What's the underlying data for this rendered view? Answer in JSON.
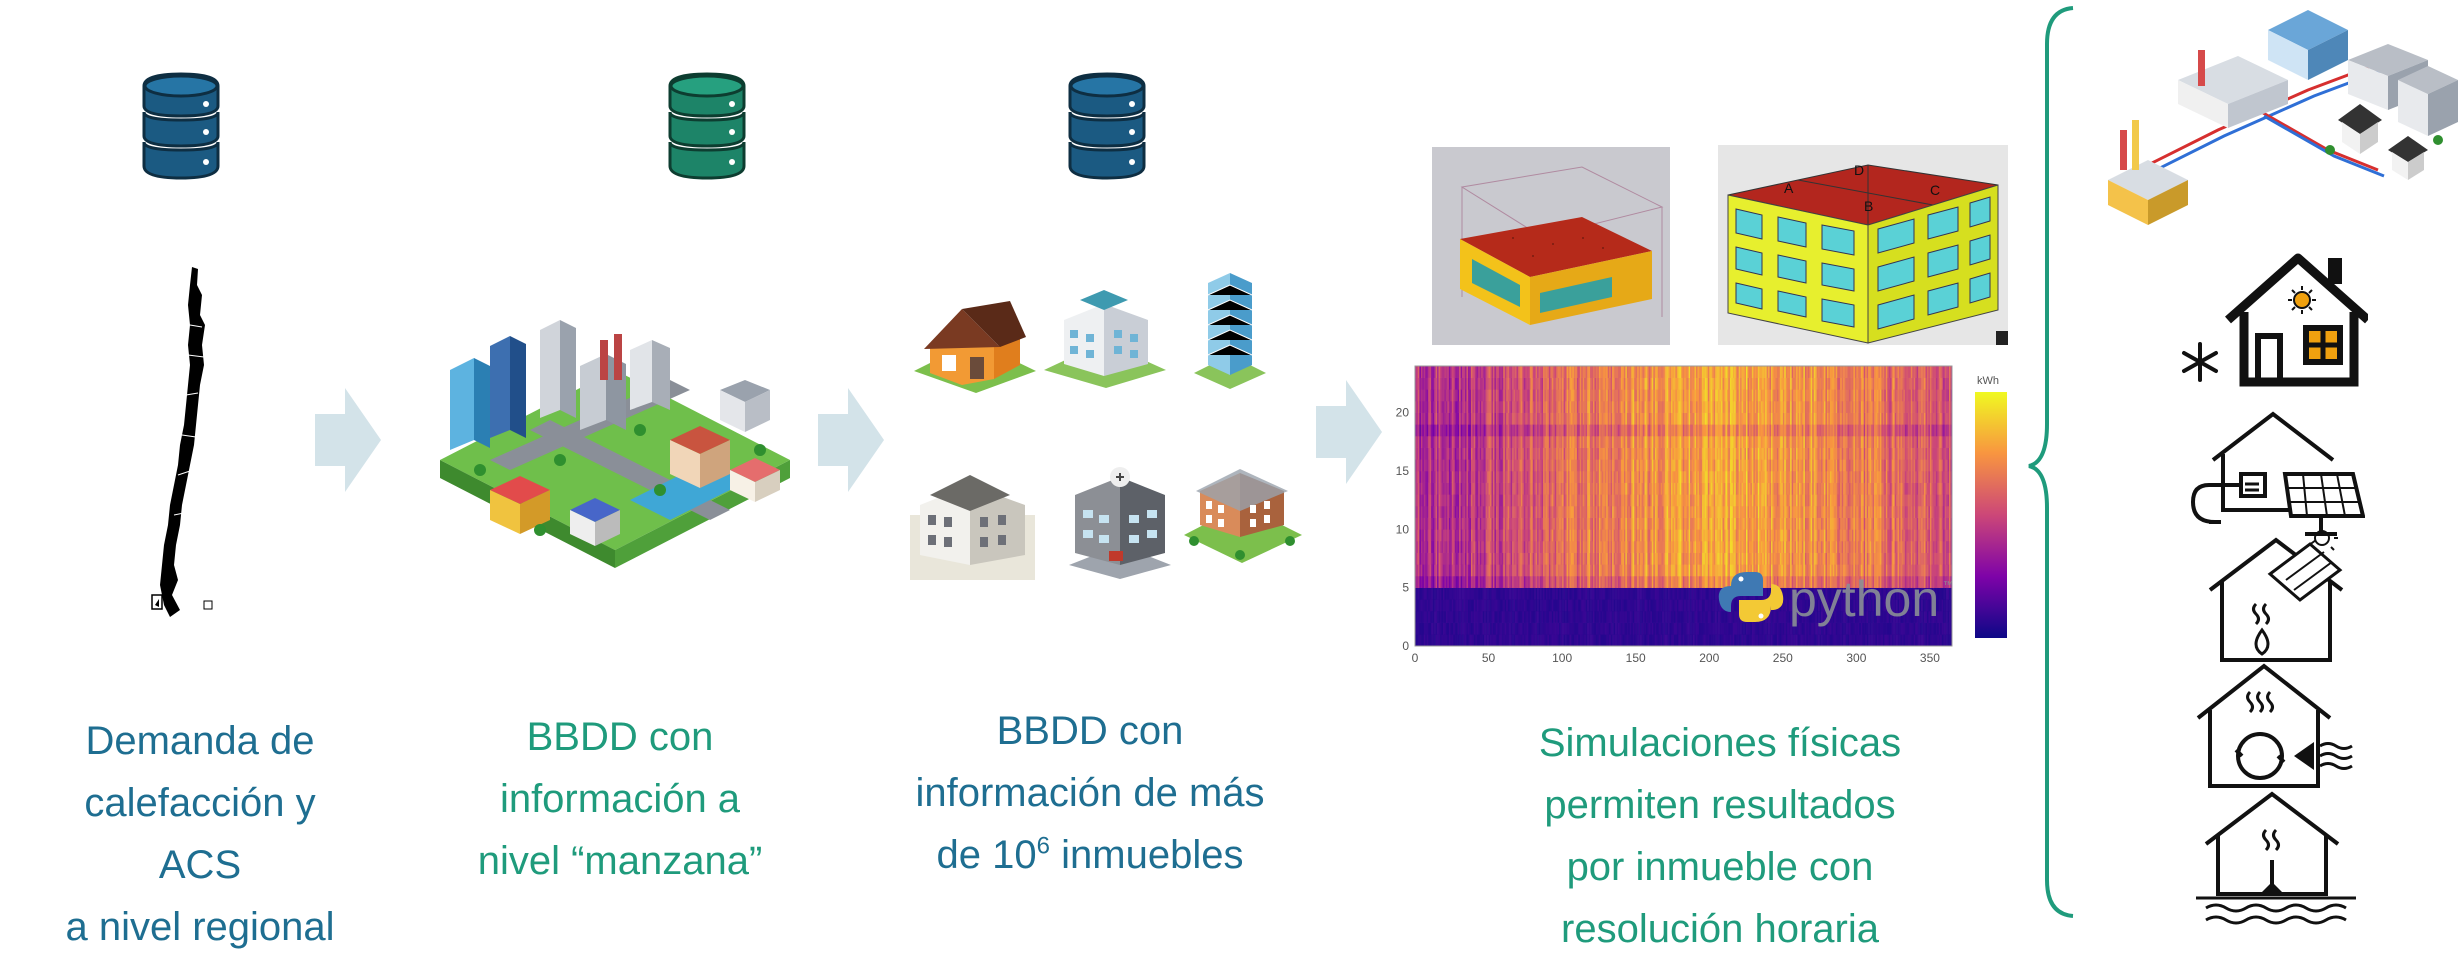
{
  "steps": [
    {
      "id": "regional",
      "caption_lines": [
        "Demanda de",
        "calefacción y ACS",
        "a nivel regional"
      ],
      "database_color": "#1b5a82"
    },
    {
      "id": "manzana",
      "caption_lines": [
        "BBDD con",
        "información a",
        "nivel “manzana”"
      ],
      "database_color": "#1d8468"
    },
    {
      "id": "inmuebles",
      "caption_line1": "BBDD con",
      "caption_line2": "información de más",
      "caption_pre": "de 10",
      "caption_sup": "6",
      "caption_post": " inmuebles",
      "database_color": "#1b5a82"
    },
    {
      "id": "simulaciones",
      "caption_lines": [
        "Simulaciones físicas",
        "permiten resultados",
        "por inmueble con",
        "resolución horaria"
      ]
    }
  ],
  "building_model": {
    "zone_labels": [
      "A",
      "B",
      "C",
      "D"
    ]
  },
  "heatmap": {
    "colorbar_label": "kWh",
    "x_ticks": [
      "0",
      "50",
      "100",
      "150",
      "200",
      "250",
      "300",
      "350"
    ],
    "y_ticks": [
      "0",
      "5",
      "10",
      "15",
      "20"
    ],
    "xlim": [
      0,
      365
    ],
    "ylim": [
      0,
      24
    ],
    "watermark": "python",
    "watermark_mark": "™"
  },
  "colors": {
    "arrow": "#d3e3e9",
    "brace": "#1f9b7c",
    "caption_blue": "#1e6e91",
    "caption_teal": "#1f9b7c"
  },
  "outputs": [
    {
      "icon": "district-heating-network-icon"
    },
    {
      "icon": "house-heating-cooling-icon"
    },
    {
      "icon": "house-solar-pv-icon"
    },
    {
      "icon": "house-solar-thermal-icon"
    },
    {
      "icon": "house-heat-pump-icon"
    },
    {
      "icon": "house-geothermal-icon"
    }
  ]
}
